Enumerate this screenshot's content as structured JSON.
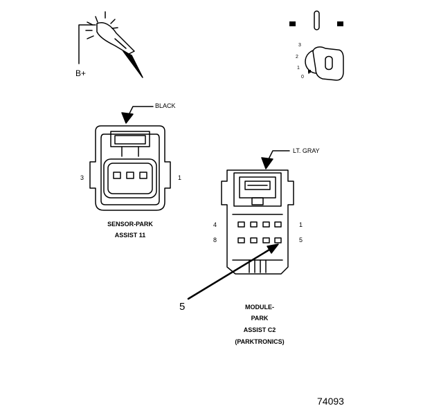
{
  "probe": {
    "label": "B+"
  },
  "ignition": {
    "positions": [
      "3",
      "2",
      "1",
      "0"
    ]
  },
  "sensor_connector": {
    "color_label": "BLACK",
    "pin_left": "3",
    "pin_right": "1",
    "name_line1": "SENSOR-PARK",
    "name_line2": "ASSIST 11"
  },
  "module_connector": {
    "color_label": "LT. GRAY",
    "pin_top_left": "4",
    "pin_top_right": "1",
    "pin_bottom_left": "8",
    "pin_bottom_right": "5",
    "name_line1": "MODULE-",
    "name_line2": "PARK",
    "name_line3": "ASSIST C2",
    "name_line4": "(PARKTRONICS)"
  },
  "callout": {
    "label": "5"
  },
  "figure_number": "74093"
}
